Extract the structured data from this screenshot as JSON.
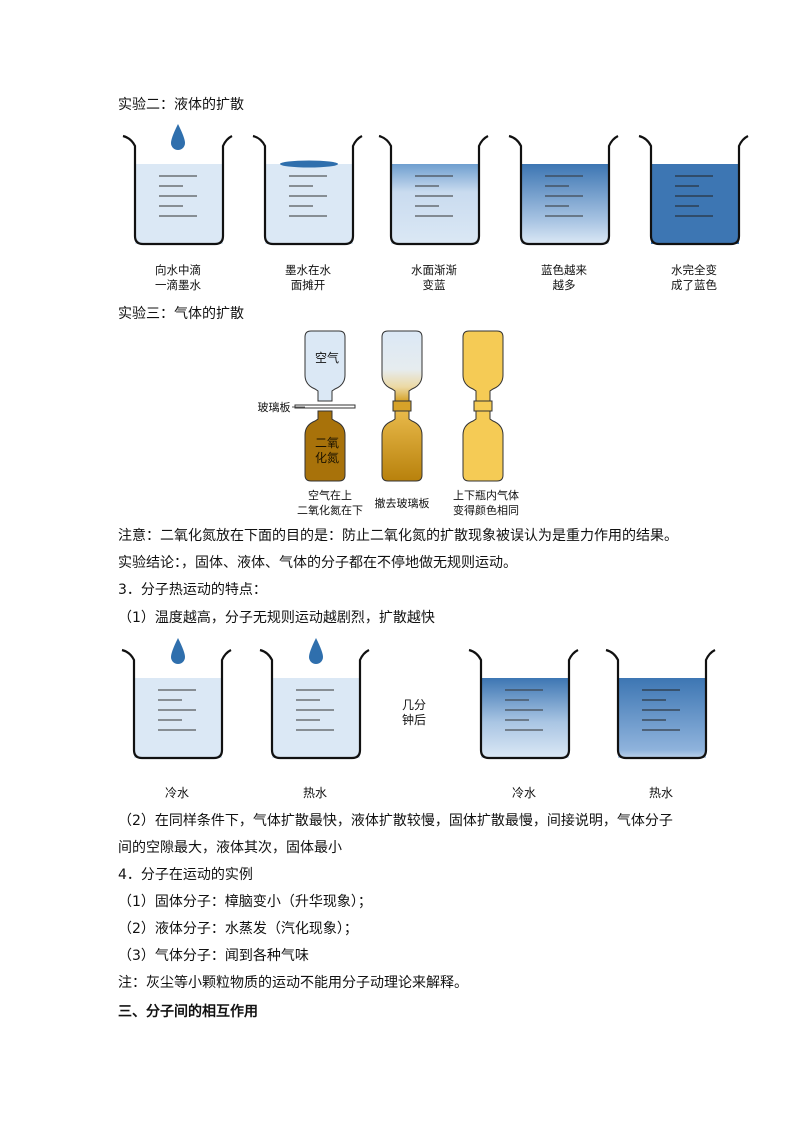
{
  "exp2": {
    "heading": "实验二：液体的扩散",
    "captions": [
      {
        "line1": "向水中滴",
        "line2": "一滴墨水"
      },
      {
        "line1": "墨水在水",
        "line2": "面摊开"
      },
      {
        "line1": "水面渐渐",
        "line2": "变蓝"
      },
      {
        "line1": "蓝色越来",
        "line2": "越多"
      },
      {
        "line1": "水完全变",
        "line2": "成了蓝色"
      }
    ]
  },
  "exp3": {
    "heading": "实验三：气体的扩散",
    "air_label": "空气",
    "glass_label": "玻璃板",
    "gas_label_line1": "二氧",
    "gas_label_line2": "化氮",
    "captions": [
      {
        "line1": "空气在上",
        "line2": "二氧化氮在下"
      },
      {
        "line1": "撤去玻璃板",
        "line2": ""
      },
      {
        "line1": "上下瓶内气体",
        "line2": "变得颜色相同"
      }
    ]
  },
  "notes": {
    "attention": "注意：二氧化氮放在下面的目的是：防止二氧化氮的扩散现象被误认为是重力作用的结果。",
    "conclusion": "实验结论：，固体、液体、气体的分子都在不停地做无规则运动。"
  },
  "section3": {
    "title": "3．分子热运动的特点：",
    "point1": "（1）温度越高，分子无规则运动越剧烈，扩散越快",
    "minutes_line1": "几分",
    "minutes_line2": "钟后",
    "beaker_labels": [
      "冷水",
      "热水",
      "冷水",
      "热水"
    ],
    "point2_line1": "（2）在同样条件下，气体扩散最快，液体扩散较慢，固体扩散最慢，间接说明，气体分子",
    "point2_line2": "间的空隙最大，液体其次，固体最小"
  },
  "section4": {
    "title": "4．分子在运动的实例",
    "items": [
      "（1）固体分子：樟脑变小（升华现象）；",
      "（2）液体分子：水蒸发（汽化现象）；",
      "（3）气体分子：闻到各种气味"
    ],
    "note": "注：灰尘等小颗粒物质的运动不能用分子动理论来解释。"
  },
  "section_heading": "三、分子间的相互作用",
  "colors": {
    "water": "#dbe8f5",
    "ink": "#3d76b3",
    "ink_drop": "#2f6fad",
    "no2_dark": "#a8720a",
    "no2_mid": "#d6a229",
    "gas_even": "#f5cb55",
    "bottle_glass": "#dbe8f5"
  }
}
